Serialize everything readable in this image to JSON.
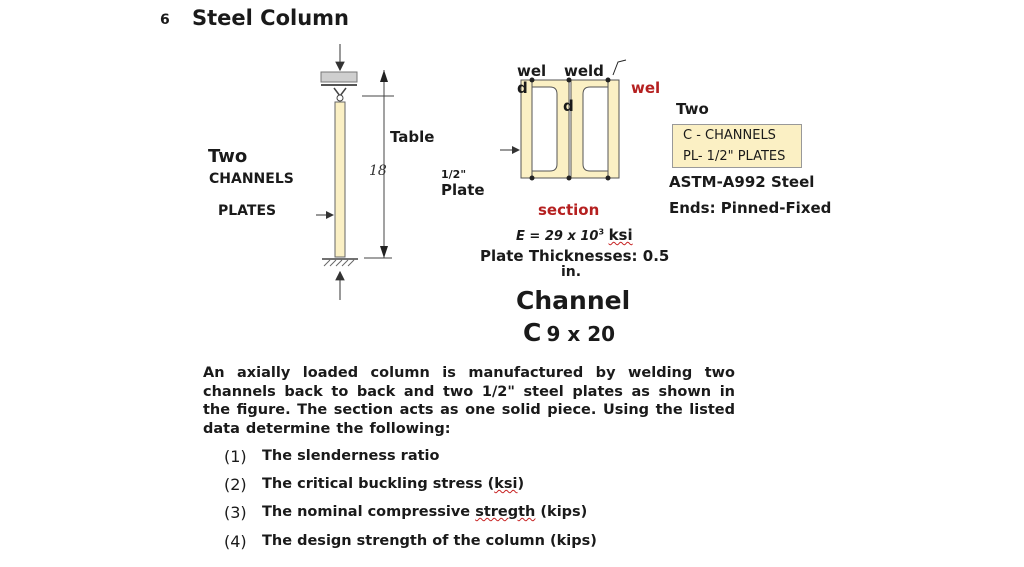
{
  "slide": {
    "number": "6",
    "title": "Steel Column"
  },
  "figure": {
    "two": "Two",
    "channels": "CHANNELS",
    "plates": "PLATES",
    "table": "Table",
    "length": "18",
    "plate_thickness": "1/2\"",
    "plate": "Plate",
    "weld_left": "wel",
    "weld_left_d": "d",
    "weld_mid": "weld",
    "weld_mid_d": "d",
    "weld_right": "wel",
    "section": "section"
  },
  "properties": {
    "two": "Two",
    "box_line1": "C - CHANNELS",
    "box_line2": "PL- 1/2\" PLATES",
    "steel": "ASTM-A992 Steel",
    "ends": "Ends: Pinned-Fixed",
    "modulus_prefix": "E = 29 x 10",
    "modulus_exp": "3",
    "modulus_unit": "ksi",
    "plate_thickness_label": "Plate Thicknesses: 0.5",
    "plate_thickness_unit": "in.",
    "channel_label": "Channel",
    "channel_c": "C",
    "channel_size": "9 x 20"
  },
  "problem": {
    "statement": "An axially loaded column is manufactured by welding two channels back to back and two 1/2\" steel plates as shown in the figure. The section acts as one solid piece. Using the listed data determine the following:",
    "questions": [
      {
        "num": "(1)",
        "pre": "The slenderness ratio",
        "squig": "",
        "post": ""
      },
      {
        "num": "(2)",
        "pre": "The critical buckling stress (",
        "squig": "ksi",
        "post": ")"
      },
      {
        "num": "(3)",
        "pre": "The nominal compressive ",
        "squig": "stregth",
        "post": " (kips)"
      },
      {
        "num": "(4)",
        "pre": "The design strength of the column (kips)",
        "squig": "",
        "post": ""
      }
    ]
  },
  "colors": {
    "member_fill": "#fbf0c4",
    "accent_red": "#b52020",
    "ink": "#1a1a1a"
  }
}
